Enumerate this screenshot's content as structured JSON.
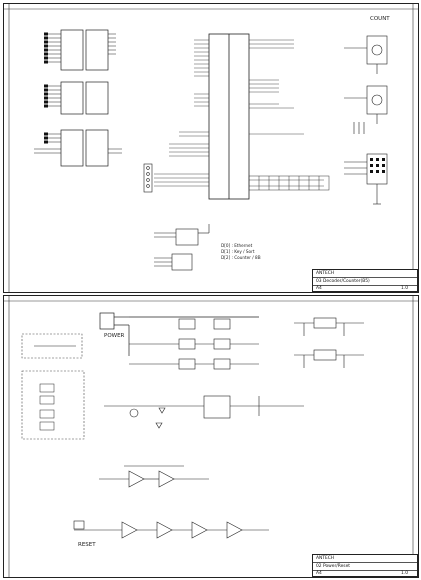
{
  "sheet1": {
    "blocks": {
      "count_label": "COUNT",
      "notes": [
        "D[0] : Ethernet",
        "D[1] : Key / Sort",
        "D[2] : Counter / 8B"
      ]
    },
    "title_block": {
      "company": "ANTECH",
      "title": "03  Decoder/Counter(B5)",
      "size": "A4",
      "rev": "1.0"
    }
  },
  "sheet2": {
    "blocks": {
      "power_label": "POWER",
      "reset_label": "RESET"
    },
    "title_block": {
      "company": "ANTECH",
      "title": "02  Power/Reset",
      "size": "A4",
      "rev": "1.0"
    }
  }
}
